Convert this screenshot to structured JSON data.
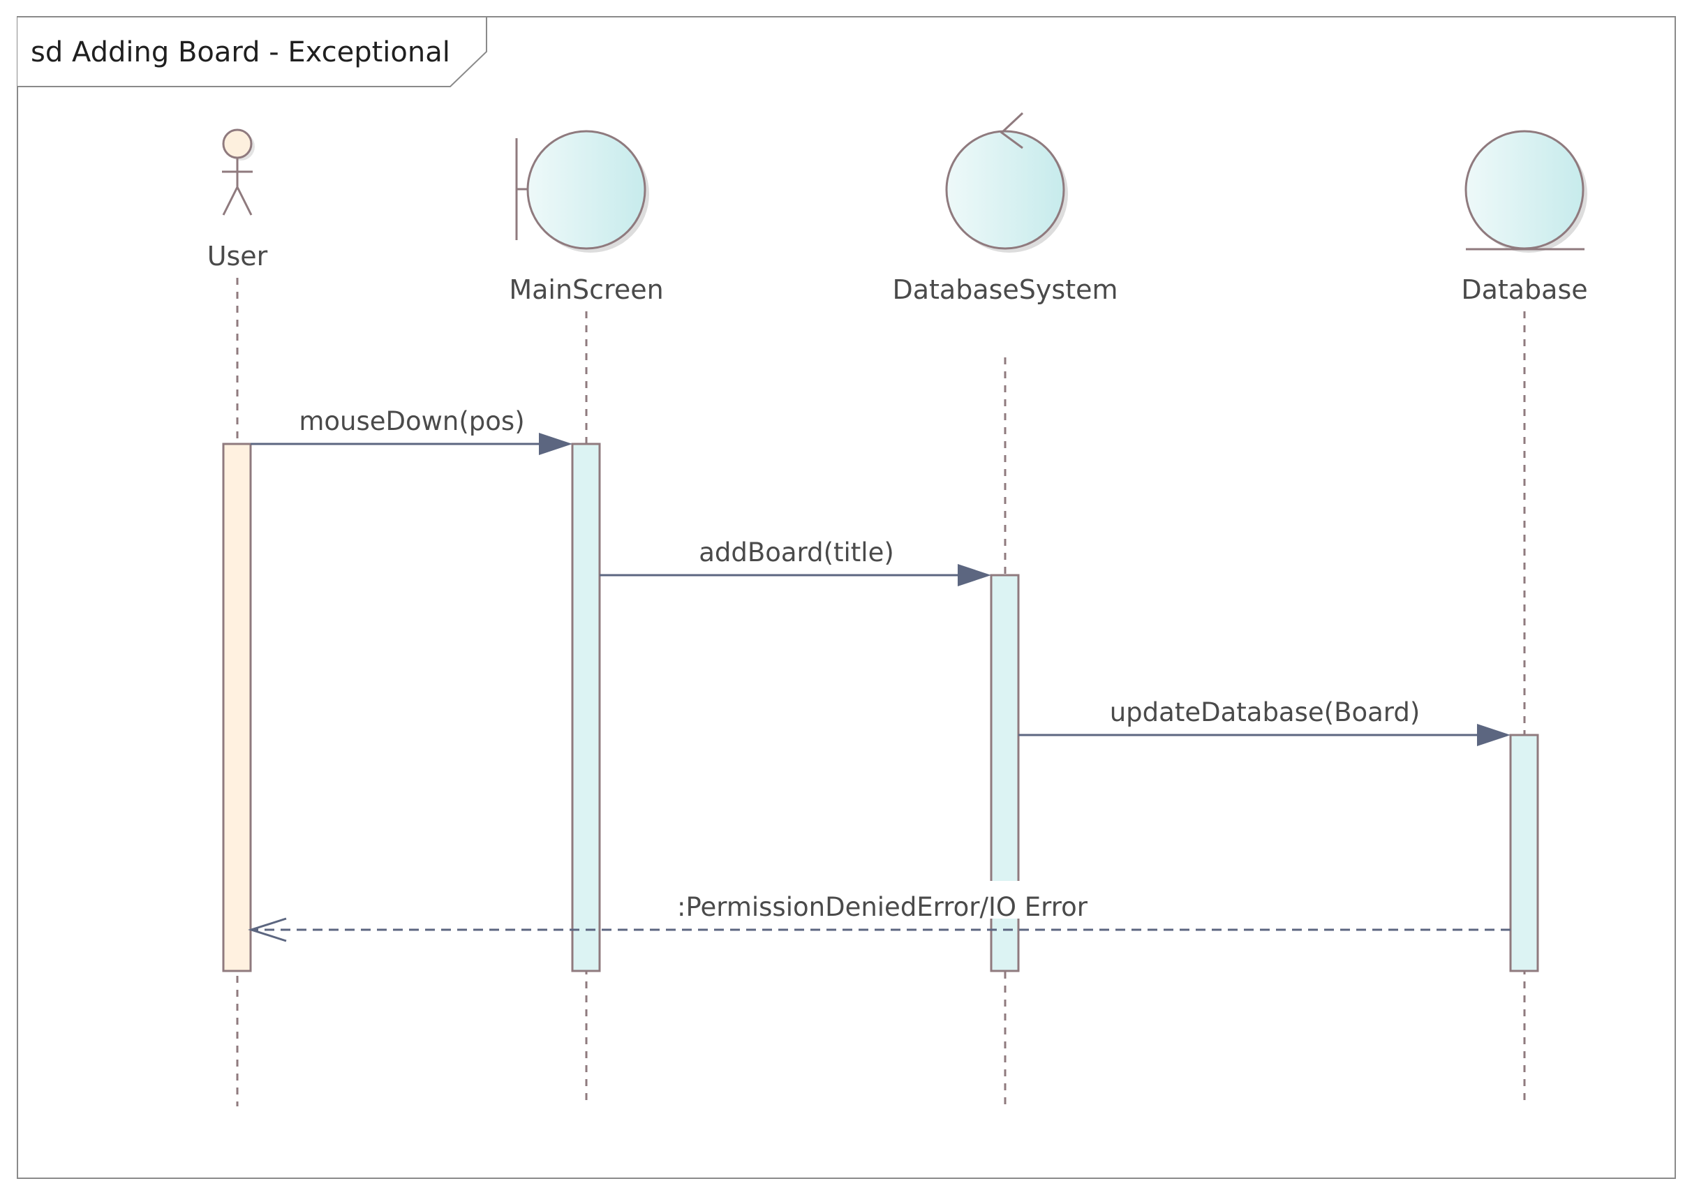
{
  "frame": {
    "title": "sd Adding Board - Exceptional"
  },
  "lifelines": [
    {
      "id": "user",
      "label": "User",
      "kind": "actor",
      "icon": "actor-icon"
    },
    {
      "id": "mainscreen",
      "label": "MainScreen",
      "kind": "boundary",
      "icon": "boundary-icon"
    },
    {
      "id": "dbsystem",
      "label": "DatabaseSystem",
      "kind": "control",
      "icon": "control-icon"
    },
    {
      "id": "database",
      "label": "Database",
      "kind": "entity",
      "icon": "entity-icon"
    }
  ],
  "messages": [
    {
      "from": "User",
      "to": "MainScreen",
      "label": "mouseDown(pos)",
      "type": "synchronous"
    },
    {
      "from": "MainScreen",
      "to": "DatabaseSystem",
      "label": "addBoard(title)",
      "type": "synchronous"
    },
    {
      "from": "DatabaseSystem",
      "to": "Database",
      "label": "updateDatabase(Board)",
      "type": "synchronous"
    },
    {
      "from": "Database",
      "to": "User",
      "label": ":PermissionDeniedError/IO Error",
      "type": "return"
    }
  ],
  "colors": {
    "actor_activation": "#fff1e0",
    "object_activation": "#dcf3f3",
    "outline": "#8f7a7e",
    "message": "#5c6680"
  }
}
